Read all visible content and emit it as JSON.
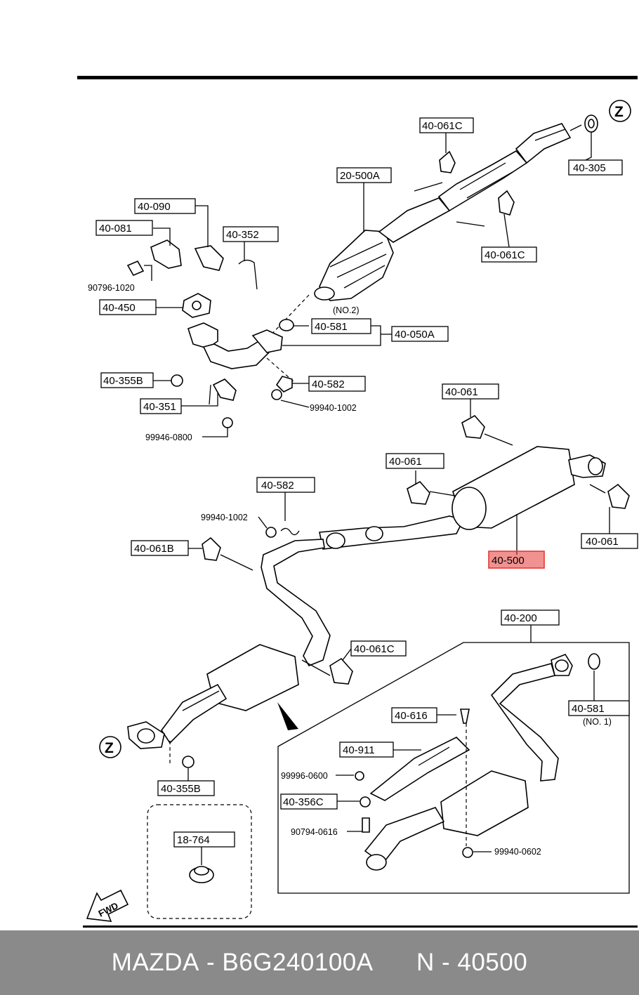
{
  "diagram": {
    "callouts": [
      {
        "id": "c1",
        "text": "40-061C"
      },
      {
        "id": "c2",
        "text": "40-305"
      },
      {
        "id": "c3",
        "text": "20-500A"
      },
      {
        "id": "c4",
        "text": "40-061C"
      },
      {
        "id": "c5",
        "text": "40-090"
      },
      {
        "id": "c6",
        "text": "40-081"
      },
      {
        "id": "c7",
        "text": "40-352"
      },
      {
        "id": "c8",
        "text": "40-450"
      },
      {
        "id": "c9",
        "text": "40-581"
      },
      {
        "id": "c10",
        "text": "40-050A"
      },
      {
        "id": "c11",
        "text": "40-355B"
      },
      {
        "id": "c12",
        "text": "40-582"
      },
      {
        "id": "c13",
        "text": "40-351"
      },
      {
        "id": "c14",
        "text": "40-061"
      },
      {
        "id": "c15",
        "text": "40-061"
      },
      {
        "id": "c16",
        "text": "40-582"
      },
      {
        "id": "c17",
        "text": "40-061B"
      },
      {
        "id": "c18",
        "text": "40-061"
      },
      {
        "id": "c19",
        "text": "40-500"
      },
      {
        "id": "c20",
        "text": "40-200"
      },
      {
        "id": "c21",
        "text": "40-061C"
      },
      {
        "id": "c22",
        "text": "40-581"
      },
      {
        "id": "c23",
        "text": "40-616"
      },
      {
        "id": "c24",
        "text": "40-911"
      },
      {
        "id": "c25",
        "text": "40-356C"
      },
      {
        "id": "c26",
        "text": "40-355B"
      },
      {
        "id": "c27",
        "text": "18-764"
      }
    ],
    "plain_labels": [
      {
        "id": "p1",
        "text": "90796-1020"
      },
      {
        "id": "p2",
        "text": "(NO.2)"
      },
      {
        "id": "p3",
        "text": "99940-1002"
      },
      {
        "id": "p4",
        "text": "99946-0800"
      },
      {
        "id": "p5",
        "text": "99940-1002"
      },
      {
        "id": "p6",
        "text": "(NO. 1)"
      },
      {
        "id": "p7",
        "text": "99996-0600"
      },
      {
        "id": "p8",
        "text": "90794-0616"
      },
      {
        "id": "p9",
        "text": "99940-0602"
      }
    ],
    "markers": {
      "z": "Z",
      "fwd": "FWD"
    },
    "highlight_color": "#e53935"
  },
  "footer": {
    "brand": "MAZDA",
    "separator": "-",
    "part_number": "B6G240100A",
    "ref_prefix": "N",
    "ref_number": "40500"
  }
}
